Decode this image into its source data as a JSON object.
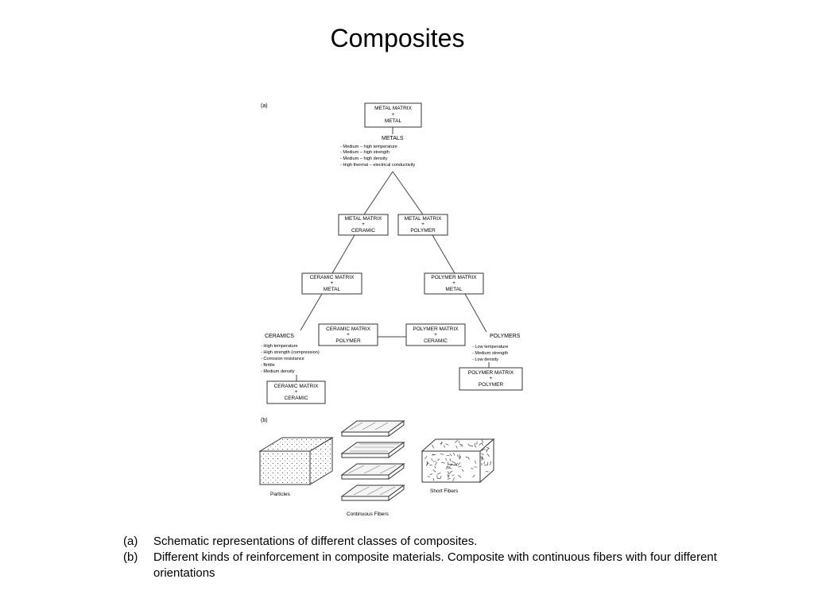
{
  "slide": {
    "title": "Composites"
  },
  "diagram": {
    "panel_a_label": "(a)",
    "panel_b_label": "(b)",
    "top_box": {
      "line1": "METAL MATRIX",
      "plus": "+",
      "line2": "METAL"
    },
    "metals": {
      "heading": "METALS",
      "props": [
        "-  Medium – high temperature",
        "-  Medium – high strength",
        "-  Medium – high density",
        "-  High thermal – electrical conductivity"
      ]
    },
    "boxes": {
      "metal_ceramic": {
        "line1": "METAL MATRIX",
        "plus": "+",
        "line2": "CERAMIC"
      },
      "metal_polymer": {
        "line1": "METAL MATRIX",
        "plus": "+",
        "line2": "POLYMER"
      },
      "ceramic_metal": {
        "line1": "CERAMIC MATRIX",
        "plus": "+",
        "line2": "METAL"
      },
      "polymer_metal": {
        "line1": "POLYMER MATRIX",
        "plus": "+",
        "line2": "METAL"
      },
      "ceramic_polymer": {
        "line1": "CERAMIC MATRIX",
        "plus": "+",
        "line2": "POLYMER"
      },
      "polymer_ceramic": {
        "line1": "POLYMER MATRIX",
        "plus": "+",
        "line2": "CERAMIC"
      },
      "ceramic_ceramic": {
        "line1": "CERAMIC MATRIX",
        "plus": "+",
        "line2": "CERAMIC"
      },
      "polymer_polymer": {
        "line1": "POLYMER MATRIX",
        "plus": "+",
        "line2": "POLYMER"
      }
    },
    "ceramics": {
      "heading": "CERAMICS",
      "props": [
        "-  High temperature",
        "-  High strength (compression)",
        "-  Corrosion resistance",
        "-  Brittle",
        "-  Medium density"
      ]
    },
    "polymers": {
      "heading": "POLYMERS",
      "props": [
        "-  Low temperature",
        "-  Medium strength",
        "-  Low density"
      ]
    },
    "reinforcement": {
      "particles": "Particles",
      "continuous_fibers": "Continuous Fibers",
      "short_fibers": "Short Fibers"
    }
  },
  "captions": [
    {
      "marker": "(a)",
      "text": "Schematic representations of different classes of composites."
    },
    {
      "marker": "(b)",
      "text": "Different kinds of reinforcement in composite materials. Composite with continuous fibers with four different orientations"
    }
  ]
}
